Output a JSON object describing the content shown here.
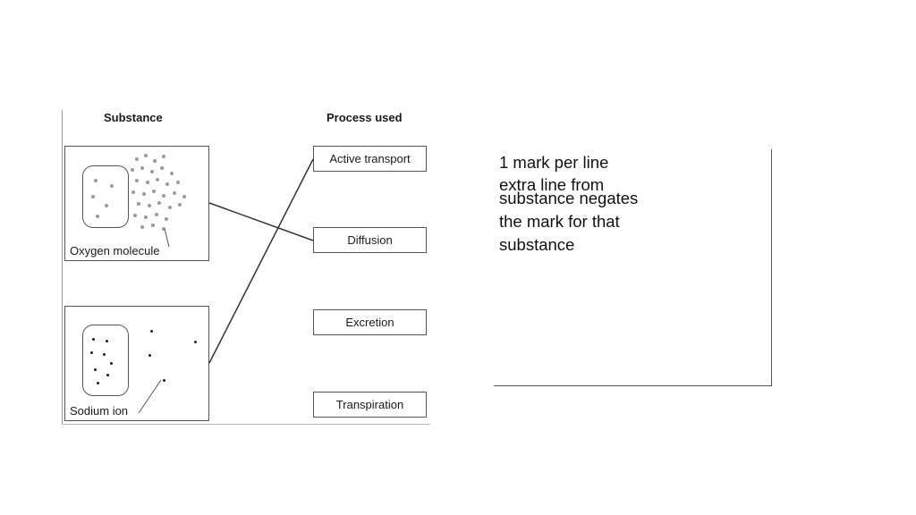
{
  "figure": {
    "substance_header": "Substance",
    "process_header": "Process used",
    "substances": [
      {
        "label": "Oxygen molecule"
      },
      {
        "label": "Sodium ion"
      }
    ],
    "processes": [
      {
        "label": "Active transport"
      },
      {
        "label": "Diffusion"
      },
      {
        "label": "Excretion"
      },
      {
        "label": "Transpiration"
      }
    ],
    "connections": [
      {
        "from": "Oxygen molecule",
        "to": "Diffusion"
      },
      {
        "from": "Sodium ion",
        "to": "Active transport"
      }
    ]
  },
  "mark_scheme": {
    "line1": "1 mark per line",
    "line2": "extra line from",
    "line3": "substance negates",
    "line4": "the mark for that",
    "line5": "substance"
  },
  "colors": {
    "box_border": "#555555",
    "oxygen_dot": "#9b9b9b",
    "sodium_dot": "#1e1e1e"
  }
}
